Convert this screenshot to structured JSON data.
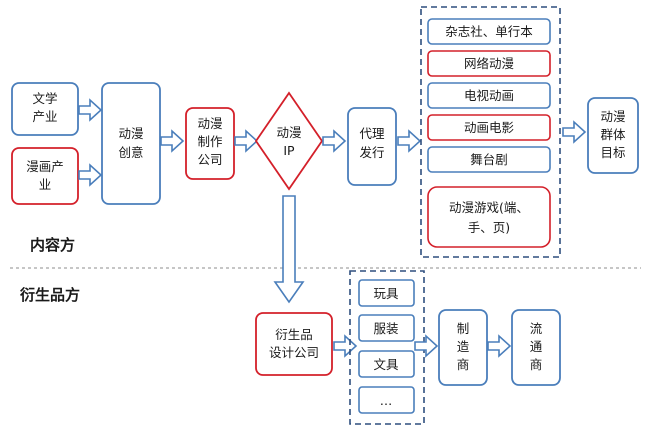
{
  "sections": {
    "content_side": "内容方",
    "derivative_side": "衍生品方"
  },
  "nodes": {
    "literature": [
      "文学",
      "产业"
    ],
    "comics": [
      "漫画产",
      "业"
    ],
    "anime_creation": [
      "动漫",
      "创意"
    ],
    "anime_studio": [
      "动漫",
      "制作",
      "公司"
    ],
    "anime_ip": [
      "动漫",
      "IP"
    ],
    "agent_release": [
      "代理",
      "发行"
    ],
    "target_audience": [
      "动漫",
      "群体",
      "目标"
    ],
    "derivative_design": [
      "衍生品",
      "设计公司"
    ],
    "manufacturer": [
      "制",
      "造",
      "商"
    ],
    "distributor": [
      "流",
      "通",
      "商"
    ]
  },
  "channels": [
    {
      "label": "杂志社、单行本",
      "border": "blue"
    },
    {
      "label": "网络动漫",
      "border": "red"
    },
    {
      "label": "电视动画",
      "border": "blue"
    },
    {
      "label": "动画电影",
      "border": "red"
    },
    {
      "label": "舞台剧",
      "border": "blue"
    },
    {
      "label": [
        "动漫游戏(端、",
        "手、页)"
      ],
      "border": "red"
    }
  ],
  "products": [
    "玩具",
    "服装",
    "文具",
    "…"
  ],
  "colors": {
    "blue_border": "#4a7ebb",
    "red_border": "#d4202a",
    "dashed_border": "#2f4f7f",
    "divider": "#8c8c8c"
  }
}
